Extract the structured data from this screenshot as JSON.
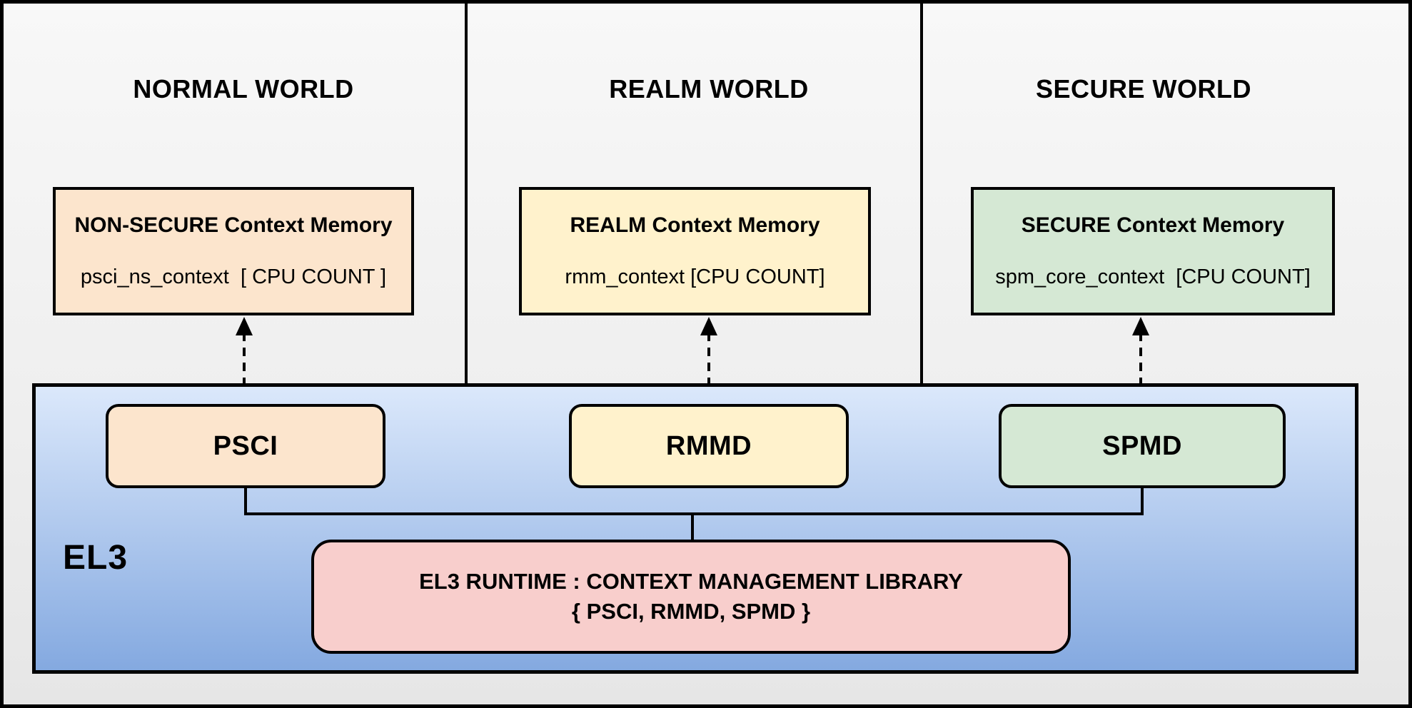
{
  "worlds": [
    {
      "title": "NORMAL WORLD",
      "context_box": {
        "heading": "NON-SECURE Context Memory",
        "code": "psci_ns_context  [ CPU COUNT ]",
        "fill": "#fce5cd"
      },
      "el3_component": {
        "label": "PSCI",
        "fill": "#fce5cd"
      }
    },
    {
      "title": "REALM WORLD",
      "context_box": {
        "heading": "REALM Context Memory",
        "code": "rmm_context [CPU COUNT]",
        "fill": "#fff2cc"
      },
      "el3_component": {
        "label": "RMMD",
        "fill": "#fff2cc"
      }
    },
    {
      "title": "SECURE WORLD",
      "context_box": {
        "heading": "SECURE Context Memory",
        "code": "spm_core_context  [CPU COUNT]",
        "fill": "#d5e8d4"
      },
      "el3_component": {
        "label": "SPMD",
        "fill": "#d5e8d4"
      }
    }
  ],
  "el3": {
    "label": "EL3",
    "fill_top": "#dbe8fb",
    "fill_bottom": "#84a9e0",
    "runtime_box": {
      "line1": "EL3 RUNTIME : CONTEXT MANAGEMENT LIBRARY",
      "line2": "{ PSCI, RMMD, SPMD }",
      "fill": "#f8cecc"
    }
  },
  "colors": {
    "background_top": "#f8f8f8",
    "background_bottom": "#e6e6e6",
    "line": "#000000"
  }
}
